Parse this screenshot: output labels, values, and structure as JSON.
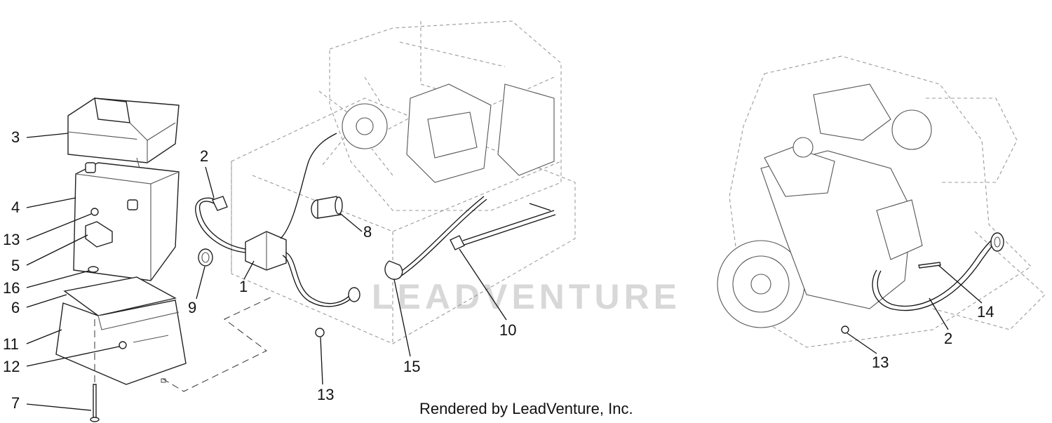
{
  "watermark": "LEADVENTURE",
  "credit": "Rendered by LeadVenture, Inc.",
  "callouts": [
    "3",
    "2",
    "4",
    "13",
    "5",
    "16",
    "6",
    "11",
    "12",
    "7",
    "8",
    "1",
    "9",
    "13",
    "15",
    "10",
    "14",
    "2",
    "13"
  ]
}
